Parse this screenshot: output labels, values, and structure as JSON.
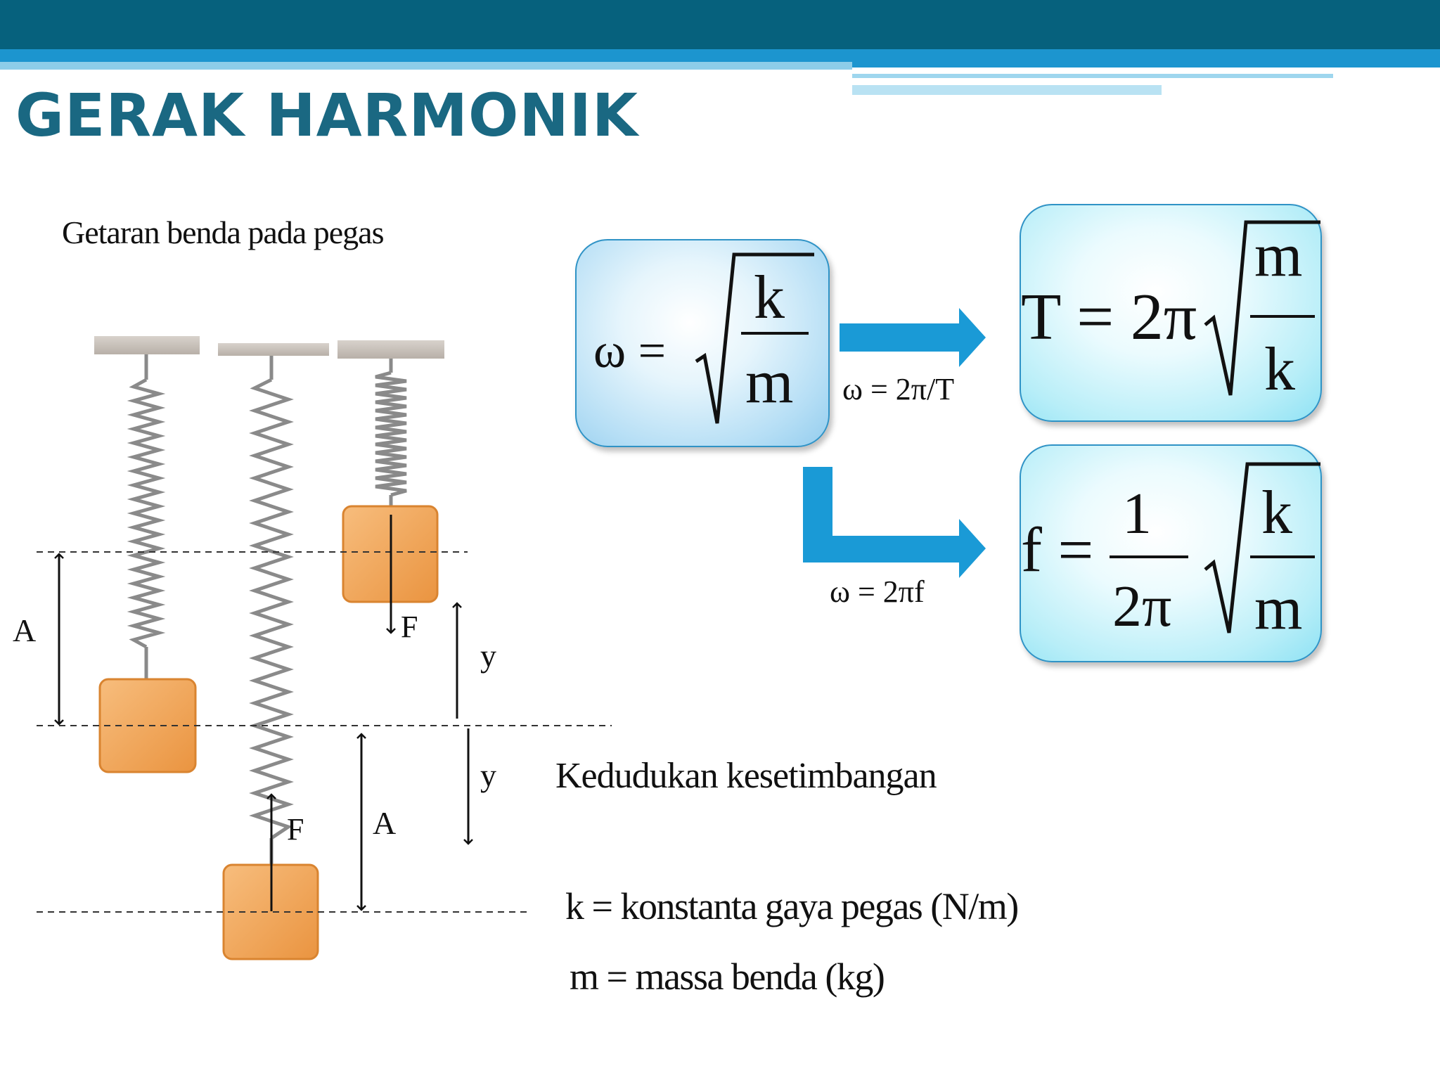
{
  "slide": {
    "title": "GERAK HARMONIK"
  },
  "diagram": {
    "caption": "Getaran benda pada pegas",
    "label_A_left": "A",
    "label_F_top": "F",
    "label_y_top": "y",
    "label_y_bottom": "y",
    "label_F_bottom": "F",
    "label_A_bottom": "A",
    "equilibrium_label": "Kedudukan  kesetimbangan"
  },
  "formulas": {
    "omega": {
      "lhs": "ω =",
      "num": "k",
      "den": "m"
    },
    "period": {
      "lhs": "T = 2π",
      "num": "m",
      "den": "k"
    },
    "frequency": {
      "lhs": "f =",
      "frac_num": "1",
      "frac_den": "2π",
      "num": "k",
      "den": "m"
    },
    "relation_period": "ω = 2π/T",
    "relation_frequency": "ω = 2πf"
  },
  "legend": {
    "k_def": "k = konstanta gaya pegas (N/m)",
    "m_def": "m = massa benda (kg)"
  },
  "colors": {
    "header_dark": "#06617d",
    "header_blue": "#1c95cf",
    "title": "#1a6882",
    "mass_block": "#f0a65a",
    "arrow_blue": "#1a9ad6",
    "box_border": "#2f93c6"
  }
}
